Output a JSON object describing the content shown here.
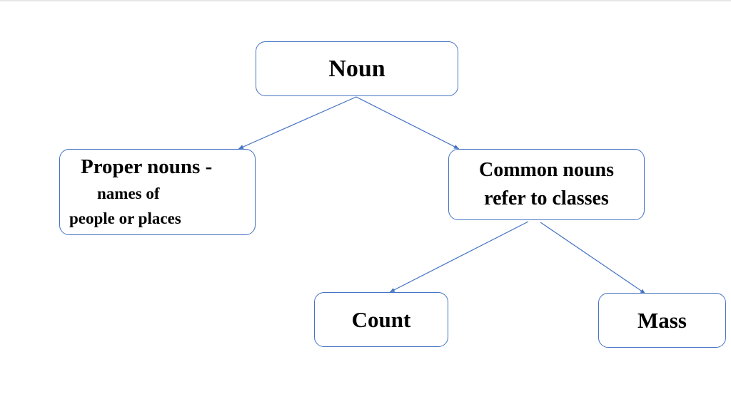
{
  "diagram": {
    "nodes": {
      "noun": {
        "label": "Noun"
      },
      "proper": {
        "line1": "Proper nouns -",
        "line2": "names of",
        "line3": "people or places"
      },
      "common": {
        "line1": "Common nouns",
        "line2": "refer to classes"
      },
      "count": {
        "label": "Count"
      },
      "mass": {
        "label": "Mass"
      }
    },
    "edges": [
      {
        "from": "Noun",
        "to": "Proper nouns"
      },
      {
        "from": "Noun",
        "to": "Common nouns"
      },
      {
        "from": "Common nouns",
        "to": "Count"
      },
      {
        "from": "Common nouns",
        "to": "Mass"
      }
    ],
    "colors": {
      "stroke": "#4472c4",
      "text": "#000000",
      "background": "#ffffff"
    }
  }
}
